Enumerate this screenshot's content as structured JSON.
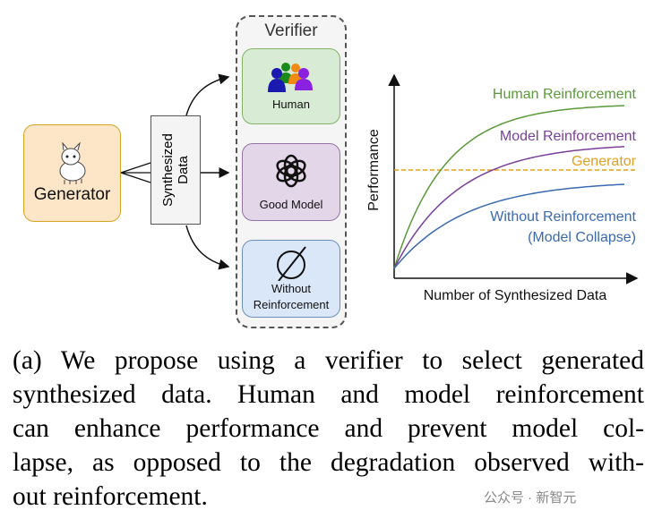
{
  "diagram": {
    "generator": "Generator",
    "synth_line1": "Synthesized",
    "synth_line2": "Data",
    "verifier_title": "Verifier",
    "human": "Human",
    "good_model": "Good Model",
    "without_line1": "Without",
    "without_line2": "Reinforcement"
  },
  "chart_data": {
    "type": "line",
    "xlabel": "Number of Synthesized Data",
    "ylabel": "Performance",
    "series": [
      {
        "name": "Human Reinforcement",
        "color": "#5a9a3a",
        "plateau": 0.92,
        "rate": 4.5
      },
      {
        "name": "Model Reinforcement",
        "color": "#7a3f98",
        "plateau": 0.7,
        "rate": 3.6
      },
      {
        "name": "Without Reinforcement",
        "name_line2": "(Model Collapse)",
        "color": "#3a6ab0",
        "plateau": 0.49,
        "rate": 3.2
      }
    ],
    "baseline": {
      "name": "Generator",
      "color": "#e0a020",
      "value": 0.55
    }
  },
  "caption": [
    "(a) We propose using a verifier to select generated",
    "synthesized data. Human and model reinforcement",
    "can enhance performance and prevent model col-",
    "lapse, as opposed to the degradation observed with-",
    "out reinforcement."
  ],
  "watermark": "公众号 · 新智元"
}
